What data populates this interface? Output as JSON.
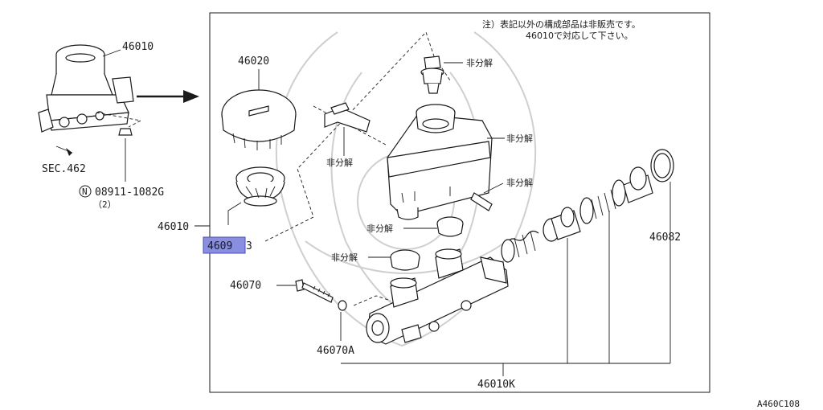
{
  "note": {
    "line1": "注）表記以外の構成部品は非販売です。",
    "line2": "46010で対応して下さい。"
  },
  "labels": {
    "assembly_overview": "46010",
    "sec_ref": "SEC.462",
    "nut_part": "08911-1082G",
    "nut_qty": "（2）",
    "nut_symbol": "N",
    "cap": "46020",
    "assembly_left": "46010",
    "grommet_prefix": "4609",
    "grommet_suffix": "3",
    "bolt": "46070",
    "washer": "46070A",
    "repair_kit": "46010K",
    "piston_kit": "46082",
    "not_disassemble": "非分解",
    "diagram_code": "A460C108"
  },
  "colors": {
    "line": "#1a1a1a",
    "highlight_fill": "#8a8ee0",
    "highlight_border": "#4a4fb0",
    "watermark": "#cfcfcf"
  }
}
